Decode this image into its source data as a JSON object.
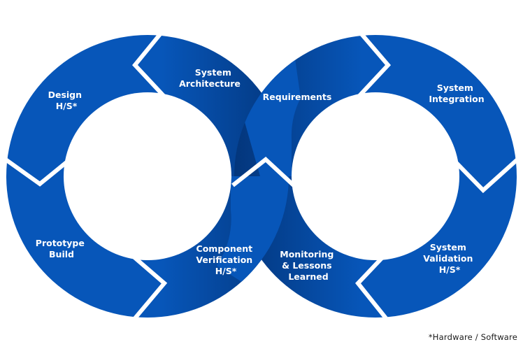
{
  "diagram": {
    "title": "Infinity loop development lifecycle",
    "colors": {
      "primary": "#0756b9",
      "shadow": "#03357a",
      "background": "#ffffff",
      "separator": "#ffffff"
    },
    "stages": [
      {
        "id": "system-architecture",
        "lines": [
          "System",
          "Architecture"
        ],
        "loop": "left"
      },
      {
        "id": "design",
        "lines": [
          "Design",
          "H/S*"
        ],
        "loop": "left"
      },
      {
        "id": "prototype-build",
        "lines": [
          "Prototype",
          "Build"
        ],
        "loop": "left"
      },
      {
        "id": "component-verification",
        "lines": [
          "Component",
          "Verification",
          "H/S*"
        ],
        "loop": "left"
      },
      {
        "id": "requirements",
        "lines": [
          "Requirements"
        ],
        "loop": "right"
      },
      {
        "id": "system-integration",
        "lines": [
          "System",
          "Integration"
        ],
        "loop": "right"
      },
      {
        "id": "system-validation",
        "lines": [
          "System",
          "Validation",
          "H/S*"
        ],
        "loop": "right"
      },
      {
        "id": "monitoring-lessons-learned",
        "lines": [
          "Monitoring",
          "& Lessons",
          "Learned"
        ],
        "loop": "right"
      }
    ],
    "footnote": "*Hardware / Software"
  }
}
